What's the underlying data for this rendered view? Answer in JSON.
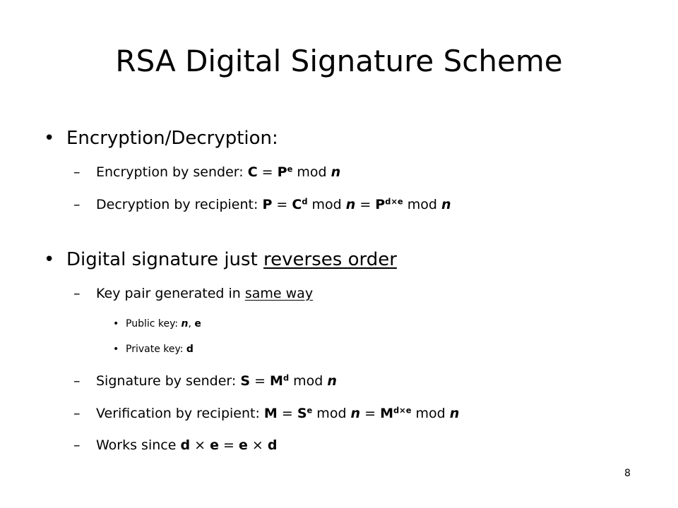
{
  "title": "RSA Digital Signature Scheme",
  "bullet_char": "•",
  "dash_char": "–",
  "section1": {
    "heading": "Encryption/Decryption:",
    "items": [
      {
        "label": "Encryption by sender: ",
        "var1": "C",
        "eq": " = ",
        "base": "P",
        "exp": "e",
        "mod": " mod ",
        "n": "n"
      },
      {
        "label": "Decryption by recipient: ",
        "var1": "P",
        "eq": " = ",
        "base": "C",
        "exp": "d",
        "mod": " mod ",
        "n": "n",
        "eq2": " = ",
        "base2": "P",
        "exp2": "d×e",
        "mod2": " mod ",
        "n2": "n"
      }
    ]
  },
  "section2": {
    "heading_pre": "Digital signature just ",
    "heading_underlined": "reverses order",
    "keypair": {
      "pre": "Key pair generated in ",
      "underlined": "same way"
    },
    "public_key": {
      "label": "Public key: ",
      "n": "n",
      "sep": ", ",
      "e": "e"
    },
    "private_key": {
      "label": "Private key: ",
      "d": "d"
    },
    "signature": {
      "label": "Signature by sender: ",
      "var1": "S",
      "eq": " = ",
      "base": "M",
      "exp": "d",
      "mod": " mod ",
      "n": "n"
    },
    "verification": {
      "label": "Verification by recipient: ",
      "var1": "M",
      "eq": " = ",
      "base": "S",
      "exp": "e",
      "mod": " mod ",
      "n": "n",
      "eq2": " = ",
      "base2": "M",
      "exp2": "d×e",
      "mod2": " mod ",
      "n2": "n"
    },
    "works": {
      "label": "Works since ",
      "d1": "d",
      "times1": " × ",
      "e1": "e",
      "eq": " = ",
      "e2": "e",
      "times2": " × ",
      "d2": "d"
    }
  },
  "page_number": "8"
}
